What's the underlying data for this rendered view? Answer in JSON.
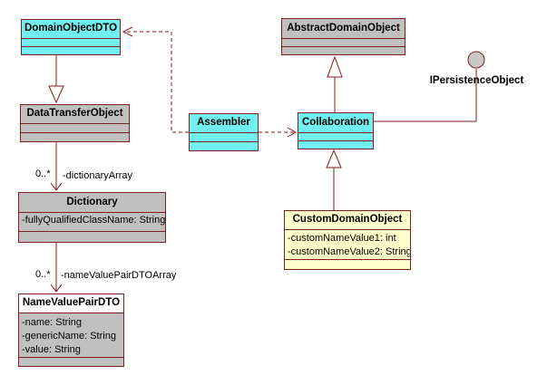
{
  "diagram": {
    "kind": "uml-class-diagram",
    "colors": {
      "class_cyan": "#70F0F0",
      "class_gray": "#C0C0C0",
      "class_yellow": "#FFFFCC",
      "title_white": "#FFFFFF",
      "line_maroon": "#7E1E1E",
      "text": "#000000"
    },
    "classes": {
      "domain_object_dto": {
        "name": "DomainObjectDTO",
        "attributes": []
      },
      "data_transfer_object": {
        "name": "DataTransferObject",
        "attributes": []
      },
      "dictionary": {
        "name": "Dictionary",
        "attributes": [
          "-fullyQualifiedClassName: String"
        ]
      },
      "name_value_pair_dto": {
        "name": "NameValuePairDTO",
        "attributes": [
          "-name: String",
          "-genericName: String",
          "-value: String"
        ]
      },
      "assembler": {
        "name": "Assembler",
        "attributes": []
      },
      "abstract_domain_object": {
        "name": "AbstractDomainObject",
        "attributes": []
      },
      "collaboration": {
        "name": "Collaboration",
        "attributes": []
      },
      "custom_domain_object": {
        "name": "CustomDomainObject",
        "attributes": [
          "-customNameValue1: int",
          "-customNameValue2: String"
        ]
      }
    },
    "interfaces": {
      "ipersistence_object": {
        "name": "IPersistenceObject"
      }
    },
    "edge_labels": {
      "dictionary_array": {
        "multiplicity": "0..*",
        "role": "-dictionaryArray"
      },
      "name_value_pair_dto_array": {
        "multiplicity": "0..*",
        "role": "-nameValuePairDTOArray"
      }
    }
  }
}
